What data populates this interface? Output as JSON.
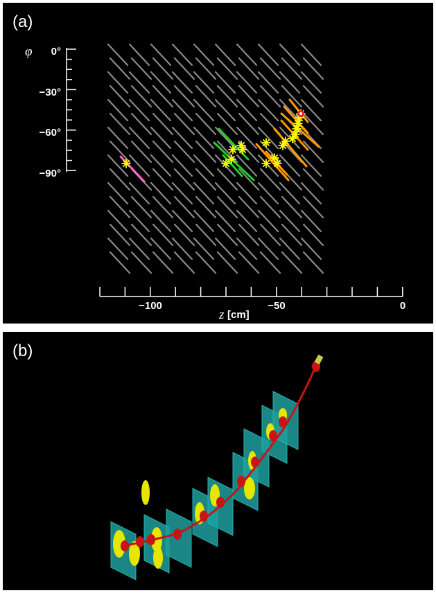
{
  "panel_a": {
    "label": "(a)",
    "phi_symbol": "φ",
    "phi_ticks": [
      "0°",
      "−30°",
      "−60°",
      "−90°"
    ],
    "z_symbol": "z",
    "z_unit": "[cm]",
    "z_ticks": [
      "−100",
      "−50",
      "0"
    ],
    "colors": {
      "grid": "#8c8c8c",
      "green_hits": "#1fd21f",
      "orange_hits": "#ff9900",
      "pink_hits": "#ff66cc",
      "star": "#ffff00",
      "red_marker": "#ff1a1a"
    }
  },
  "panel_b": {
    "label": "(b)",
    "colors": {
      "plane": "#1f9e9e",
      "hit": "#e6e600",
      "track": "#c81414"
    }
  }
}
